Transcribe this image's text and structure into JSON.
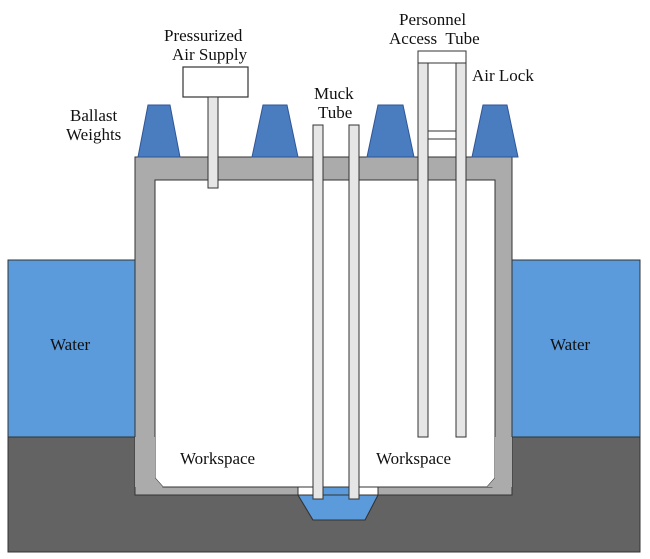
{
  "labels": {
    "pressurized_line1": "Pressurized",
    "pressurized_line2": "Air Supply",
    "personnel_line1": "Personnel",
    "personnel_line2": "Access  Tube",
    "ballast_line1": "Ballast",
    "ballast_line2": "Weights",
    "muck_line1": "Muck",
    "muck_line2": "Tube",
    "air_lock": "Air Lock",
    "water_left": "Water",
    "water_right": "Water",
    "workspace_left": "Workspace",
    "workspace_right": "Workspace"
  },
  "colors": {
    "water": "#5B9BDB",
    "ground": "#636363",
    "caisson_wall": "#ABABAB",
    "ballast": "#4A7DBF",
    "ballast_edge": "#2F5597",
    "tube_fill": "#E6E6E6",
    "outline": "#333333"
  }
}
